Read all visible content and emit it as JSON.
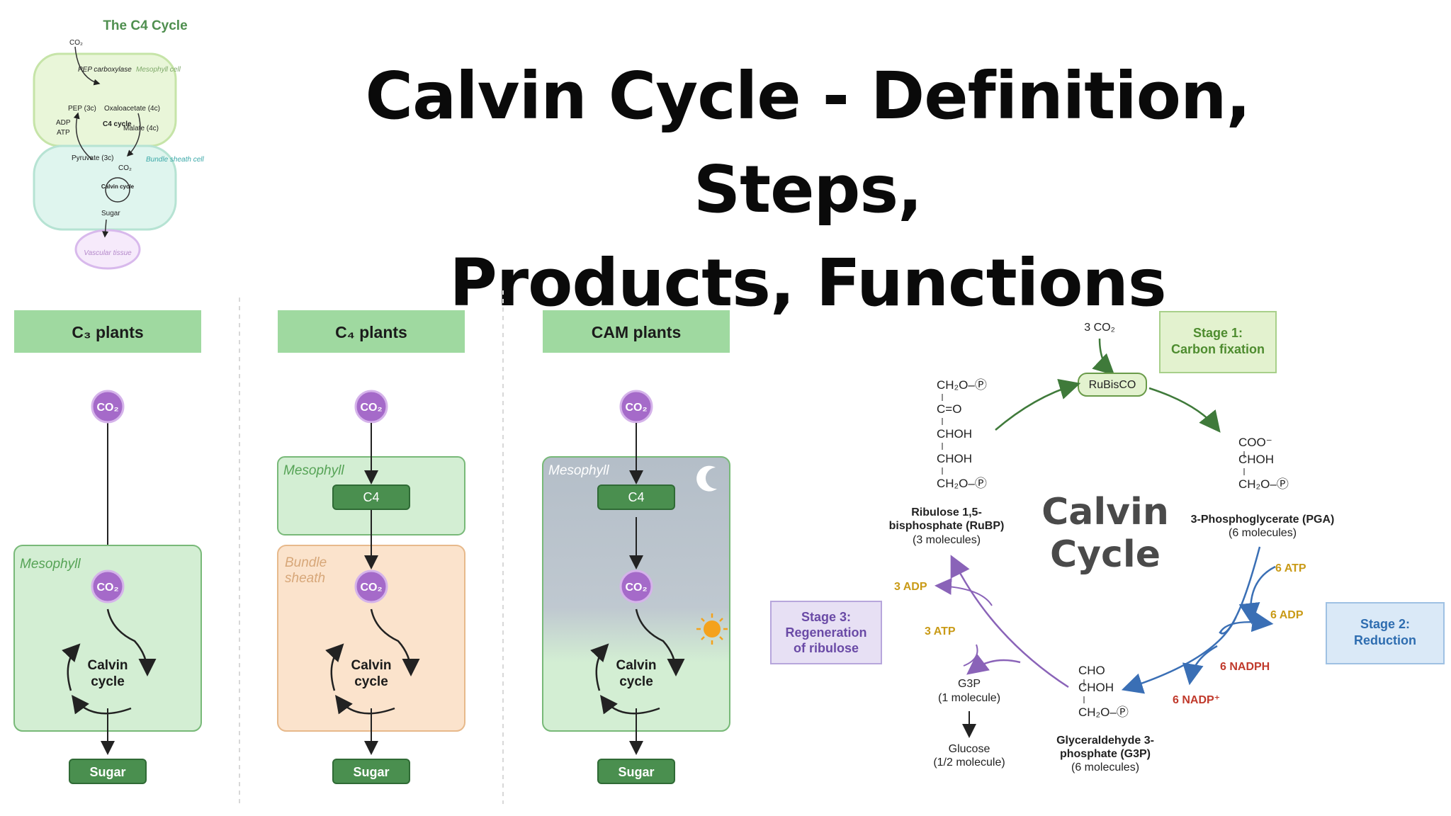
{
  "title": {
    "line1": "Calvin Cycle - Definition, Steps,",
    "line2": "Products, Functions"
  },
  "c4_inset": {
    "title": "The C4 Cycle",
    "co2_top": "CO₂",
    "pep_carboxylase": "PEP carboxylase",
    "mesophyll_cell": "Mesophyll cell",
    "pep": "PEP (3c)",
    "oxaloacetate": "Oxaloacetate (4c)",
    "adp": "ADP",
    "atp": "ATP",
    "c4_cycle": "C4 cycle",
    "malate": "Malate (4c)",
    "pyruvate": "Pyruvate (3c)",
    "co2_mid": "CO₂",
    "bundle_sheath_cell": "Bundle sheath cell",
    "calvin_cycle": "Calvin cycle",
    "sugar": "Sugar",
    "vascular_tissue": "Vascular tissue"
  },
  "panels": [
    {
      "header": "C₃ plants",
      "co2": "CO₂",
      "zone1": "Mesophyll",
      "calvin": "Calvin cycle",
      "sugar": "Sugar"
    },
    {
      "header": "C₄ plants",
      "co2": "CO₂",
      "zone_top": "Mesophyll",
      "c4": "C4",
      "zone2": "Bundle sheath",
      "calvin": "Calvin cycle",
      "sugar": "Sugar"
    },
    {
      "header": "CAM plants",
      "co2": "CO₂",
      "zone_top": "Mesophyll",
      "c4": "C4",
      "calvin": "Calvin cycle",
      "sugar": "Sugar"
    }
  ],
  "calvin_diagram": {
    "center": "Calvin Cycle",
    "co2_input": "3 CO₂",
    "rubisco": "RuBisCO",
    "stage1": "Stage 1: Carbon fixation",
    "stage2": "Stage 2: Reduction",
    "stage3": "Stage 3: Regeneration of ribulose",
    "rubp_name": "Ribulose 1,5-bisphosphate (RuBP)",
    "rubp_count": "(3 molecules)",
    "pga_name": "3-Phosphoglycerate (PGA)",
    "pga_count": "(6 molecules)",
    "g3p_name": "Glyceraldehyde 3-phosphate (G3P)",
    "g3p_count": "(6 molecules)",
    "g3p_out": "G3P",
    "g3p_out_count": "(1 molecule)",
    "glucose": "Glucose",
    "glucose_count": "(1/2 molecule)",
    "atp6": "6 ATP",
    "adp6": "6 ADP",
    "nadph6": "6 NADPH",
    "nadp6": "6 NADP⁺",
    "atp3": "3 ATP",
    "adp3": "3 ADP",
    "rubp_struct": [
      "CH₂O–Ⓟ",
      "C=O",
      "CHOH",
      "CHOH",
      "CH₂O–Ⓟ"
    ],
    "pga_struct": [
      "COO⁻",
      "CHOH",
      "CH₂O–Ⓟ"
    ],
    "g3p_struct": [
      "CHO",
      "CHOH",
      "CH₂O–Ⓟ"
    ]
  },
  "colors": {
    "header_green": "#9fd9a0",
    "mesophyll_green": "#d3eed3",
    "bundle_peach": "#fbe3cc",
    "sugar_green": "#4a8f4f",
    "co2_purple": "#a56ac9",
    "stage1": "#e3f2cf",
    "stage2": "#dae9f7",
    "stage3": "#e7e0f4",
    "atp_gold": "#c99a16",
    "nadph_red": "#c0392b"
  }
}
